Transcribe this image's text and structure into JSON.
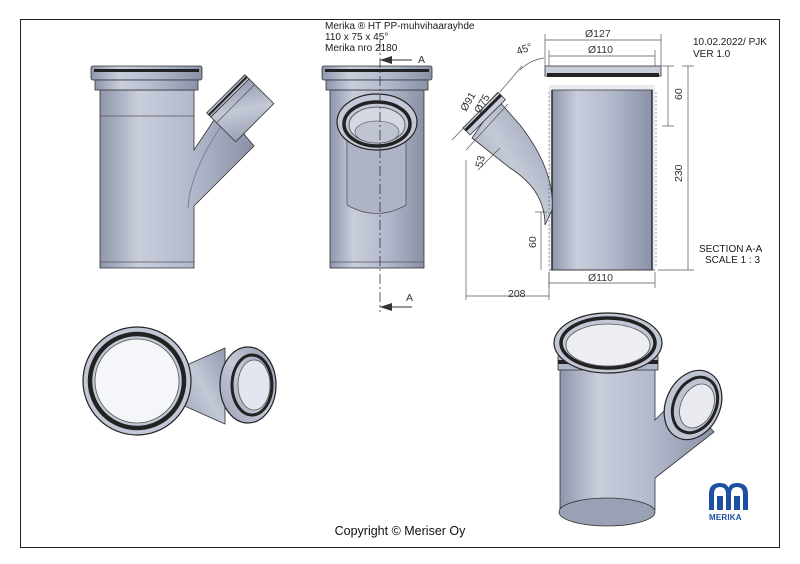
{
  "title_block": {
    "product_line": "Merika ® HT PP-muhvihaarayhde",
    "size_spec": "110 x 75 x 45°",
    "product_number": "Merika nro  2180",
    "date_author": "10.02.2022/ PJK",
    "version": "VER 1.0"
  },
  "section": {
    "label": "SECTION A-A",
    "scale": "SCALE 1 : 3",
    "cut_label_top": "A",
    "cut_label_bottom": "A"
  },
  "dimensions": {
    "top_outer": "Ø127",
    "top_inner": "Ø110",
    "bottom_inner": "Ø110",
    "branch_outer": "Ø91",
    "branch_inner": "Ø75",
    "angle": "45°",
    "socket_top": "60",
    "height_total": "230",
    "socket_bottom": "60",
    "branch_depth": "53",
    "width_total": "208"
  },
  "logo": {
    "text": "MERIKA",
    "color": "#1d4fa3"
  },
  "colors": {
    "pipe_fill": "#b3b9cc",
    "pipe_dark": "#8b92a8",
    "ring": "#1a1a1a"
  },
  "footer": {
    "copyright": "Copyright © Meriser Oy"
  }
}
